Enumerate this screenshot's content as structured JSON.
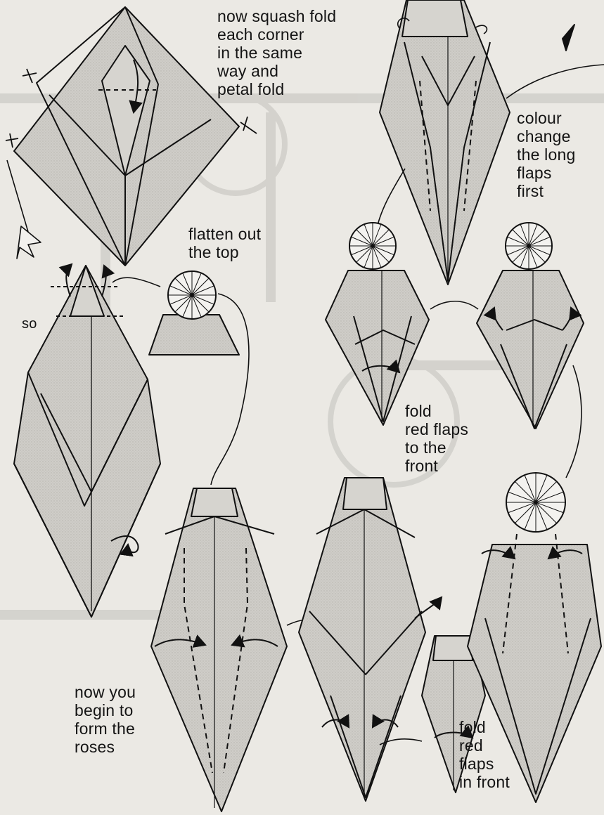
{
  "diagram": {
    "labels": {
      "squash_fold": "now squash fold\neach corner\nin the same\nway and\npetal fold",
      "flatten_top": "flatten out\nthe top",
      "so": "so",
      "colour_change": "colour\nchange\nthe long\nflaps\nfirst",
      "fold_red_flaps_front": "fold\nred flaps\nto the\nfront",
      "begin_roses": "now you\nbegin to\nform the\nroses",
      "fold_red_flaps_in_front": "fold\nred\nflaps\nin front"
    },
    "colors": {
      "paper": "#ebe9e4",
      "model_fill": "#c9c7c2",
      "line": "#111111",
      "ghost": "#d8d6d1"
    }
  }
}
